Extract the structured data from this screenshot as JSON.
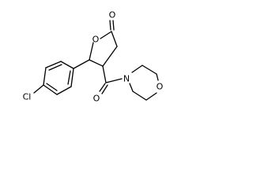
{
  "molecule": {
    "atoms": {
      "ring_oxygen": "O",
      "carbonyl_oxygen_lactone": "O",
      "carbonyl_oxygen_amide": "O",
      "morpholine_nitrogen": "N",
      "morpholine_oxygen": "O",
      "chlorine": "Cl"
    }
  },
  "colors": {
    "bond": "#000000",
    "label": "#000000",
    "background": "#ffffff"
  }
}
